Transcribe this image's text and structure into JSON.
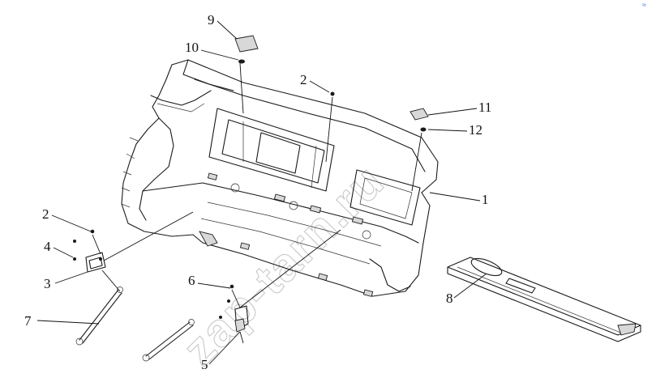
{
  "diagram": {
    "watermark": "zap-tarn.ru",
    "callouts": [
      "9",
      "10",
      "2",
      "11",
      "12",
      "1",
      "2",
      "4",
      "3",
      "7",
      "6",
      "5",
      "8"
    ]
  }
}
